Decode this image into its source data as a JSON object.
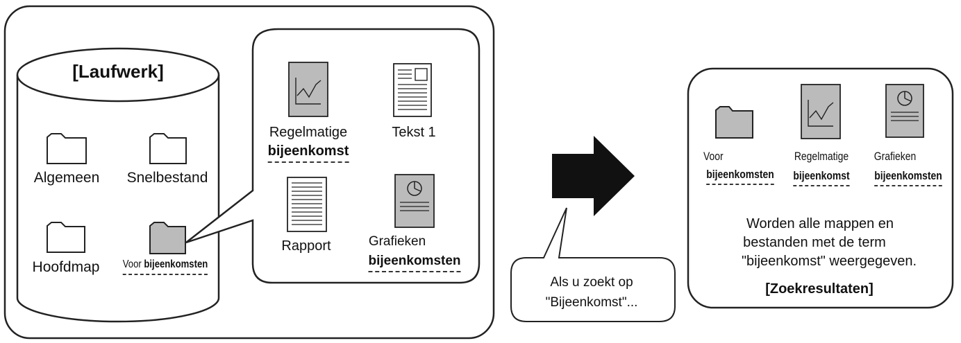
{
  "drive": {
    "title": "[Laufwerk]",
    "folders": [
      {
        "label": "Algemeen"
      },
      {
        "label": "Snelbestand"
      },
      {
        "label": "Hoofdmap"
      },
      {
        "label_prefix": "Voor",
        "label_term": "bijeenkomsten"
      }
    ]
  },
  "folder_contents": [
    {
      "line1": "Regelmatige",
      "line2": "bijeenkomst",
      "icon": "line-chart-document-icon"
    },
    {
      "label": "Tekst 1",
      "icon": "text-document-icon"
    },
    {
      "label": "Rapport",
      "icon": "report-document-icon"
    },
    {
      "line1": "Grafieken",
      "line2": "bijeenkomsten",
      "icon": "pie-chart-document-icon"
    }
  ],
  "search_callout": {
    "line1": "Als u zoekt op",
    "line2": "\"Bijeenkomst\"..."
  },
  "results": {
    "items": [
      {
        "line1": "Voor",
        "line2": "bijeenkomsten",
        "icon": "folder-icon"
      },
      {
        "line1": "Regelmatige",
        "line2": "bijeenkomst",
        "icon": "line-chart-document-icon"
      },
      {
        "line1": "Grafieken",
        "line2": "bijeenkomsten",
        "icon": "pie-chart-document-icon"
      }
    ],
    "description": [
      "Worden alle mappen en",
      "bestanden met de term",
      "\"bijeenkomst\" weergegeven."
    ],
    "title": "[Zoekresultaten]"
  },
  "colors": {
    "stroke": "#222222",
    "icon_fill_gray": "#bbbbbb",
    "arrow": "#111111"
  }
}
